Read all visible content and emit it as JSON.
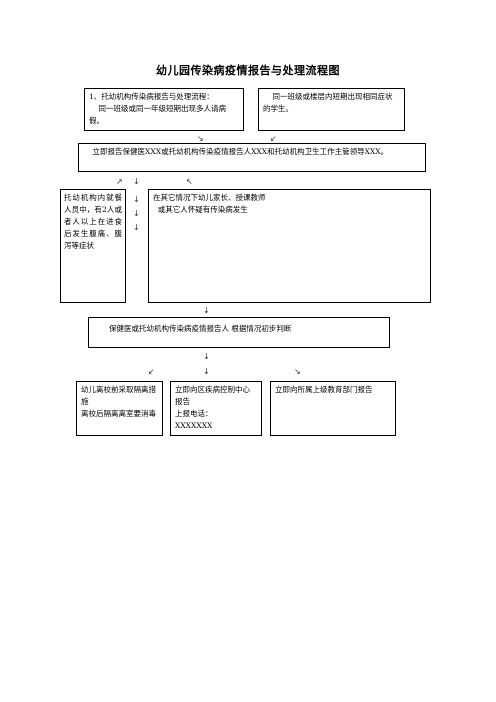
{
  "title": "幼儿园传染病疫情报告与处理流程图",
  "boxes": {
    "b1": [
      "1、托幼机构传染病报告与处理流程：",
      "    同一班级或同一年级短期出现多人请病假。"
    ],
    "b2": [
      "    同一班级或楼层内短期出现相同症状的学生。"
    ],
    "b3": [
      "    立即报告保健医XXX或托幼机构传染疫情报告人XXX和托幼机构卫生工作主管领导XXX。"
    ],
    "b4": [
      "托幼机构内就餐人员中，有2人或者人以上在进食后发生腹痛、腹泻等症状"
    ],
    "b5": [
      "在其它情况下幼儿家长、授课教师",
      "  或其它人怀疑有传染病发生"
    ],
    "b6": [
      "保健医或托幼机构传染病疫情报告人 根据情况初步判断"
    ],
    "b7": [
      "幼儿离校前采取隔离措施",
      "离校后隔离离室要消毒"
    ],
    "b8": [
      "立即向区疾病控制中心报告",
      "上报电话：",
      "XXXXXXX"
    ],
    "b9": [
      "立即向所属上级教育部门报告"
    ]
  },
  "arrows": {
    "a1": "↘",
    "a2": "↙",
    "a3": "↗",
    "a4": "↓",
    "a5": "↖",
    "a6": "↓",
    "a7": "↓",
    "a8": "↓",
    "a9": "↓",
    "a10": "↓",
    "a11": "↙",
    "a12": "↓",
    "a13": "↘"
  }
}
